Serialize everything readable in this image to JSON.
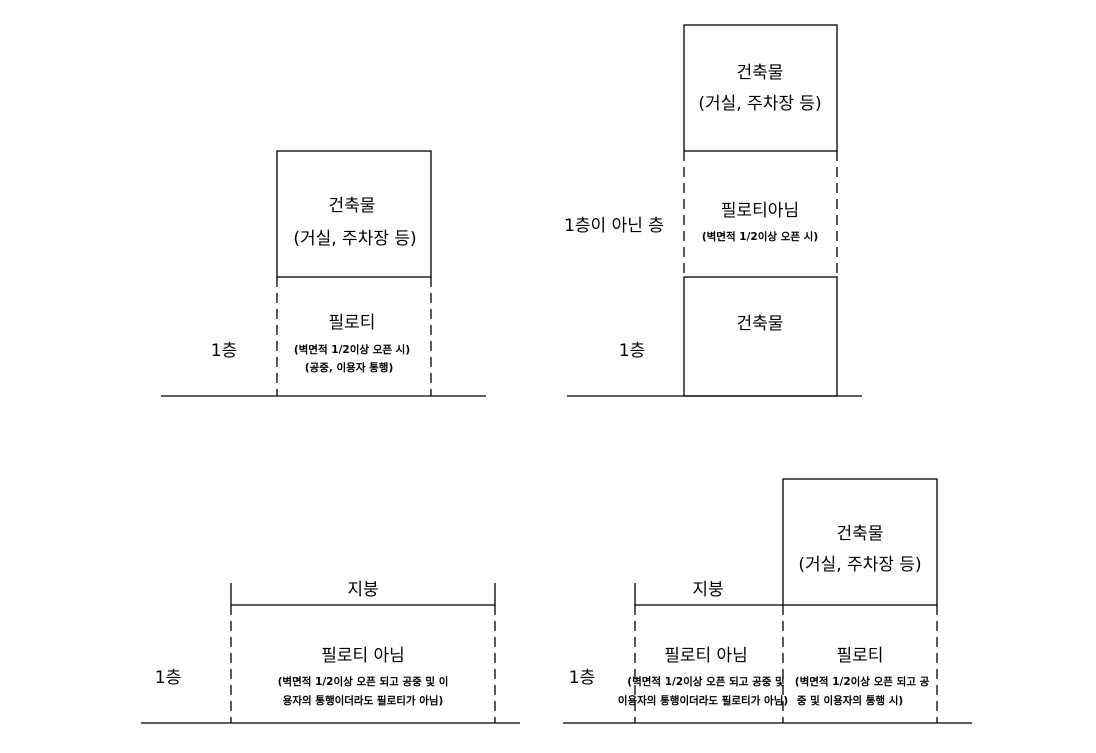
{
  "panel1": {
    "building": "건축물",
    "building_sub": "(거실, 주차장 등)",
    "piloti": "필로티",
    "piloti_note1": "(벽면적 1/2이상 오픈 시)",
    "piloti_note2": "(공중, 이용자 통행)",
    "floor_label": "1층"
  },
  "panel2": {
    "building_top": "건축물",
    "building_top_sub": "(거실, 주차장 등)",
    "not_piloti": "필로티아님",
    "not_piloti_note": "(벽면적 1/2이상 오픈 시)",
    "upper_floor_label": "1층이 아닌 층",
    "building_bottom": "건축물",
    "floor_label": "1층"
  },
  "panel3": {
    "roof": "지붕",
    "not_piloti": "필로티 아님",
    "note1": "(벽면적 1/2이상 오픈 되고 공중 및 이",
    "note2": "용자의 통행이더라도 필로티가 아님)",
    "floor_label": "1층"
  },
  "panel4": {
    "roof": "지붕",
    "building": "건축물",
    "building_sub": "(거실, 주차장 등)",
    "not_piloti": "필로티 아님",
    "not_piloti_note1": "(벽면적 1/2이상 오픈 되고 공중 및",
    "not_piloti_note2": "이용자의 통행이더라도 필로티가 아님)",
    "piloti": "필로티",
    "piloti_note1": "(벽면적 1/2이상 오픈 되고 공",
    "piloti_note2": "중 및 이용자의 통행 시)",
    "floor_label": "1층"
  }
}
